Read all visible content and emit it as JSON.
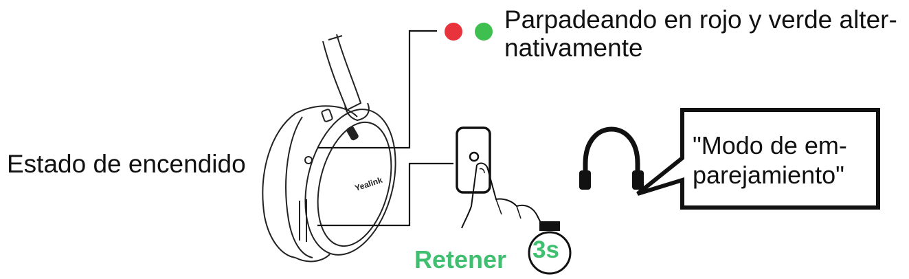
{
  "led_indicator": {
    "line1": "Parpadeando en rojo y verde alter-",
    "line2": "nativamente",
    "colors": {
      "red": "#e8323c",
      "green": "#3fbf4f"
    }
  },
  "power_state": {
    "label": "Estado de encendido"
  },
  "button_action": {
    "label": "Retener",
    "duration": "3s",
    "accent_color": "#3fbf6f"
  },
  "voice_prompt": {
    "line1": "\"Modo de em-",
    "line2": "parejamiento\"",
    "icon": "headphones-icon"
  }
}
